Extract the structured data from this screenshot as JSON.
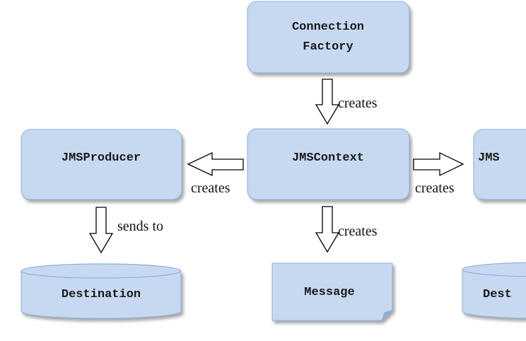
{
  "colors": {
    "node_fill": "#c6d9f1",
    "node_stroke": "#8eaedb",
    "shadow": "#9a9a9a",
    "arrow_fill": "#ffffff",
    "arrow_stroke": "#000000"
  },
  "nodes": {
    "connection_factory_line1": "Connection",
    "connection_factory_line2": "Factory",
    "jms_producer": "JMSProducer",
    "jms_context": "JMSContext",
    "jms_consumer_partial": "JMS",
    "destination_left": "Destination",
    "message": "Message",
    "destination_right_partial": "Dest"
  },
  "edges": {
    "factory_to_context": "creates",
    "context_to_producer": "creates",
    "context_to_consumer": "creates",
    "producer_to_destination": "sends to",
    "context_to_message": "creates"
  }
}
